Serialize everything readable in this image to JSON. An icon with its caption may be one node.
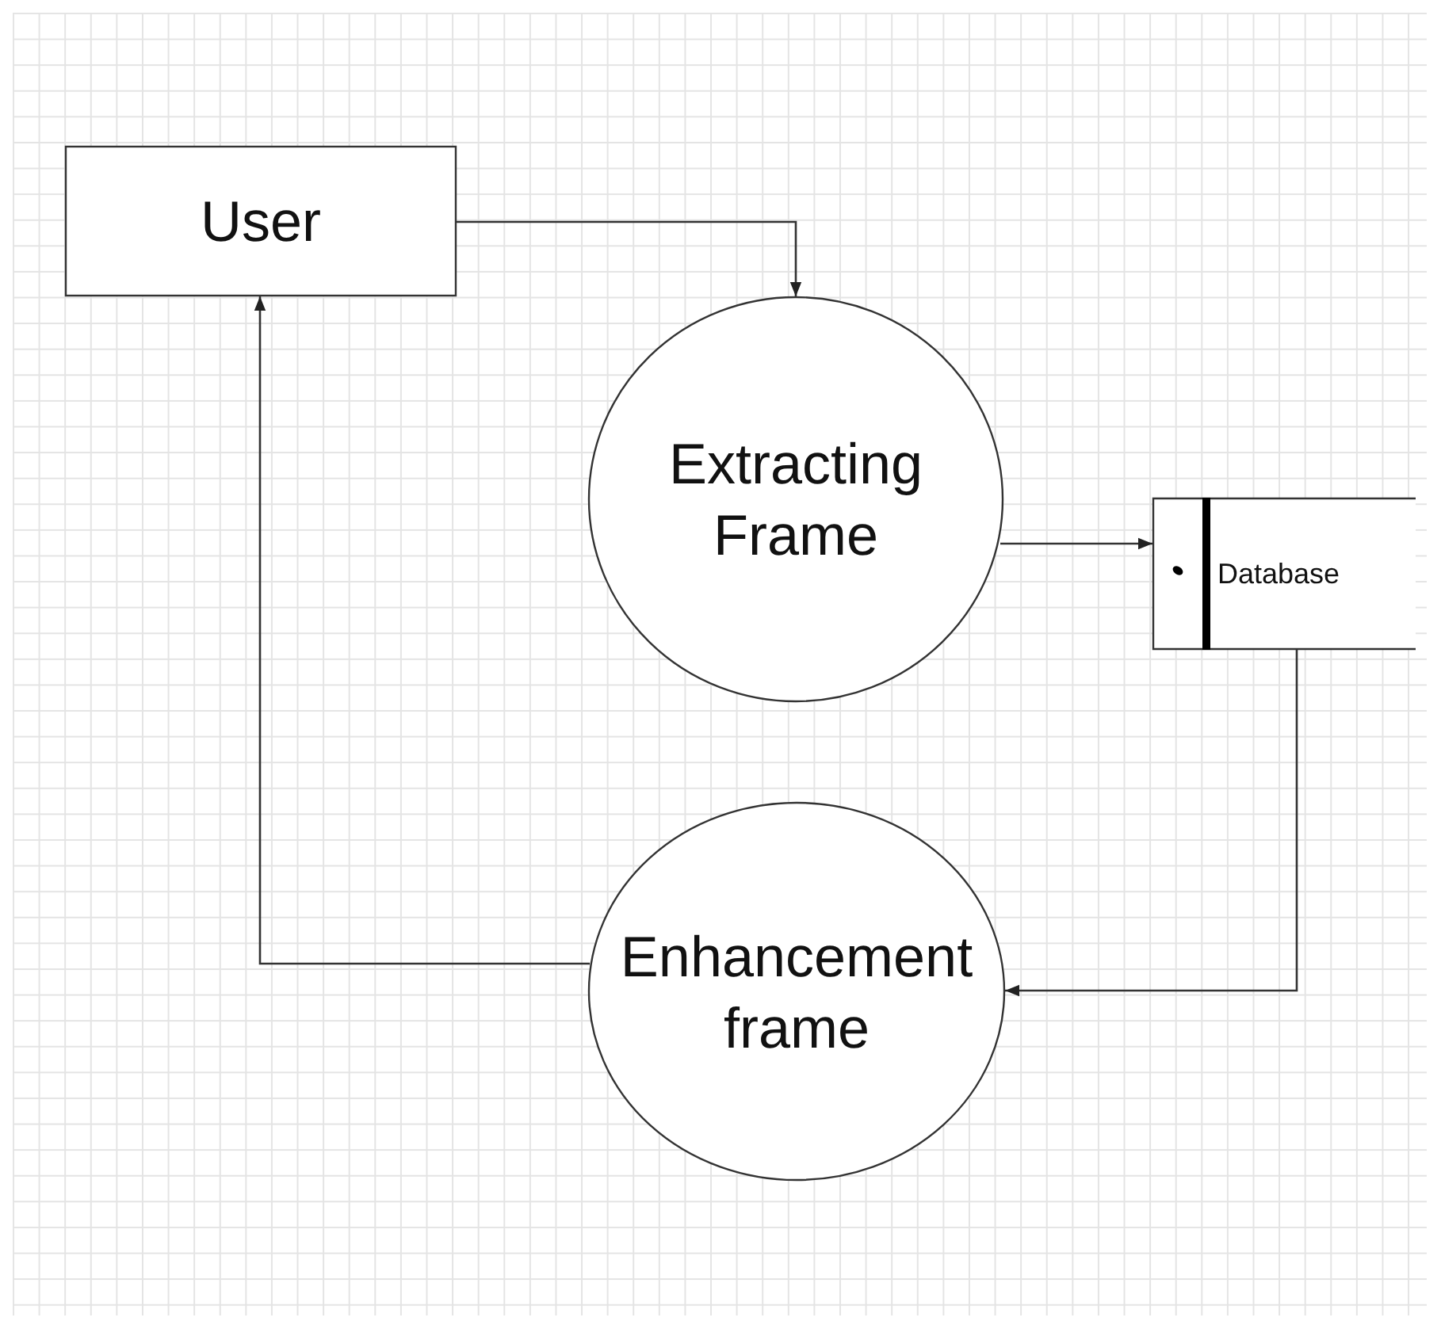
{
  "diagram": {
    "nodes": [
      {
        "text": [
          "User"
        ]
      },
      {
        "text": [
          "Extracting Frame"
        ]
      },
      {
        "text": [
          "Database"
        ]
      },
      {
        "text": [
          "Enhancement frame"
        ]
      }
    ],
    "edges": [
      {
        "from": 0,
        "to": 1,
        "arrow": "to"
      },
      {
        "from": 1,
        "to": 2,
        "arrow": "to"
      },
      {
        "from": 2,
        "to": 3,
        "arrow": "to"
      },
      {
        "from": 3,
        "to": 0,
        "arrow": "to"
      }
    ]
  }
}
